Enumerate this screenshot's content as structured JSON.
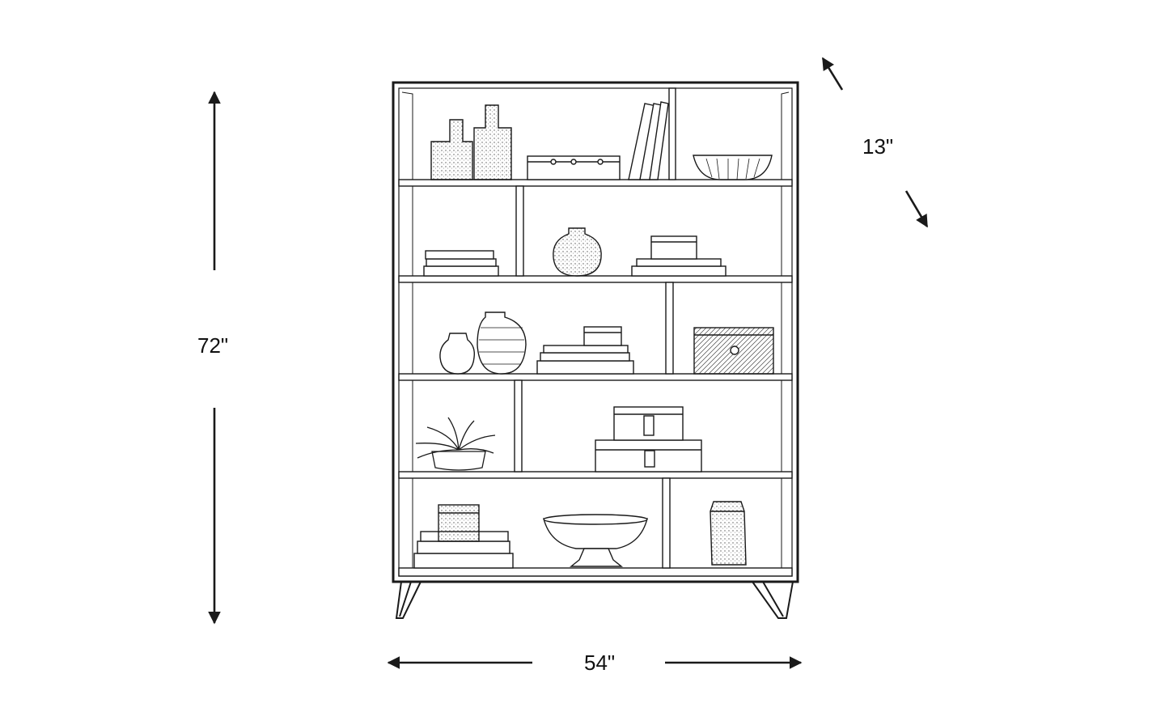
{
  "dimensions": {
    "height_label": "72\"",
    "width_label": "54\"",
    "depth_label": "13\""
  },
  "colors": {
    "line": "#1a1a1a",
    "background": "#ffffff"
  },
  "icons": {
    "height_arrow": "double-arrow-vertical-icon",
    "width_arrow": "double-arrow-horizontal-icon",
    "depth_arrow": "double-arrow-diagonal-icon"
  }
}
